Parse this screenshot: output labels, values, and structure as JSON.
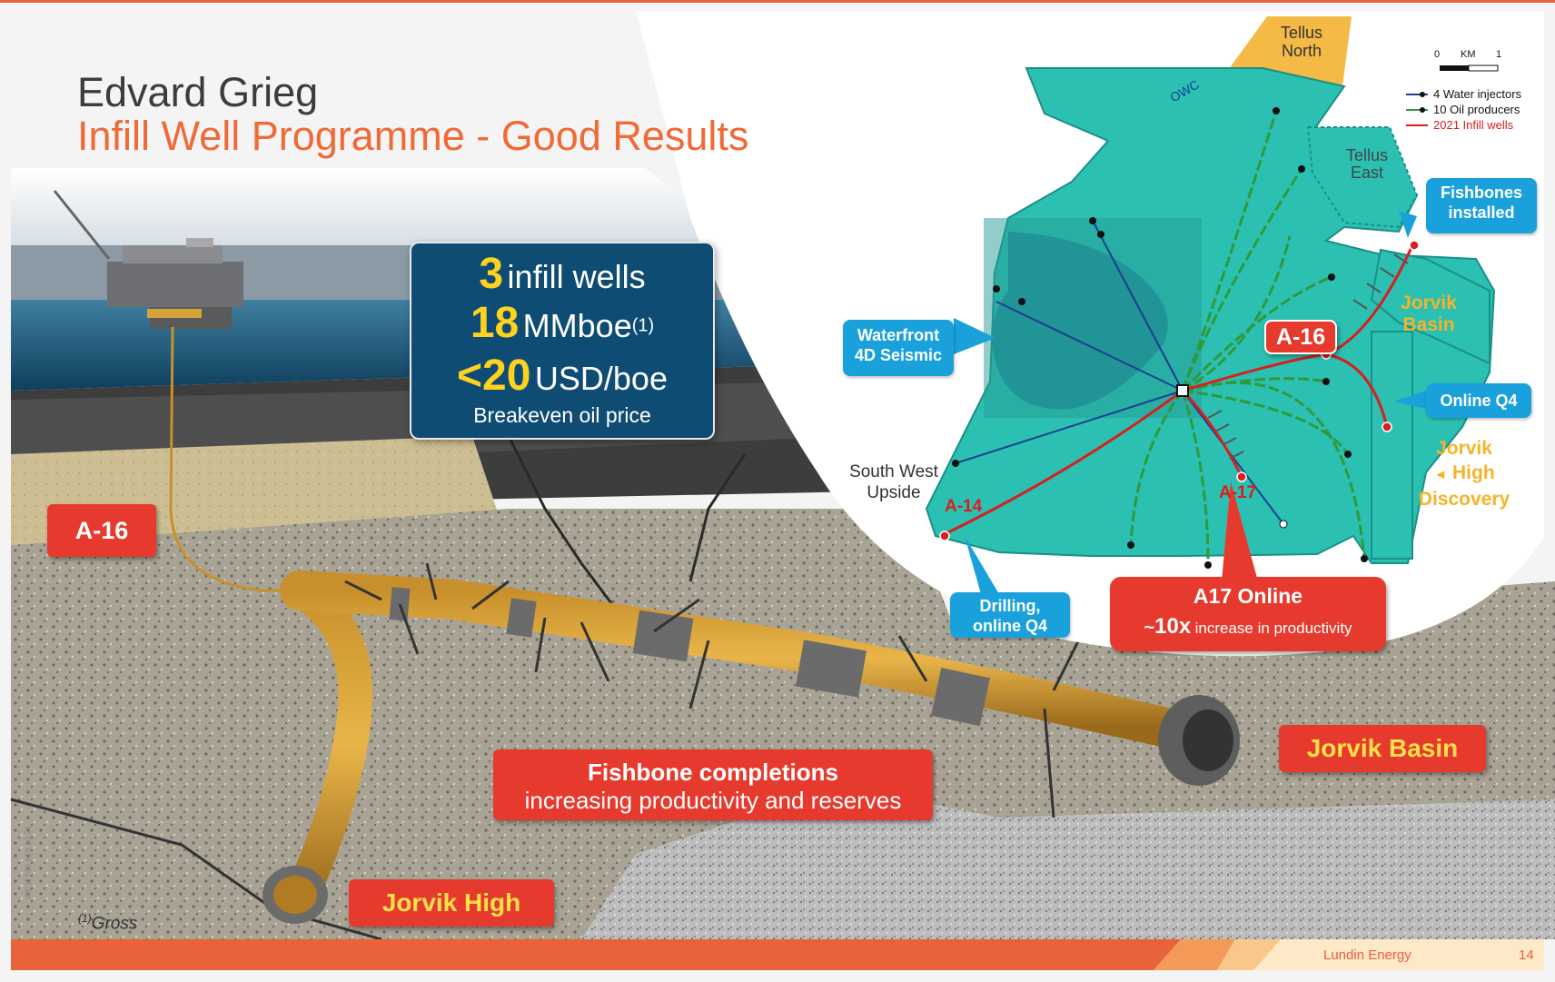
{
  "header": {
    "title_line1": "Edvard Grieg",
    "title_line2": "Infill Well Programme - Good Results"
  },
  "kpis": {
    "wells_number": "3",
    "wells_text": "infill wells",
    "reserves_number": "18",
    "reserves_text": "MMboe",
    "reserves_sup": "(1)",
    "breakeven_number": "<20",
    "breakeven_text": "USD/boe",
    "breakeven_caption": "Breakeven oil price"
  },
  "labels": {
    "a16_tag": "A-16",
    "fishbone_title": "Fishbone completions",
    "fishbone_subtitle": "increasing productivity and reserves",
    "jorvik_basin": "Jorvik Basin",
    "jorvik_high": "Jorvik High",
    "footnote_sup": "(1)",
    "footnote_text": "Gross",
    "doc_ref": "WE11760 p18.10.21"
  },
  "map": {
    "tellus_north": [
      "Tellus",
      "North"
    ],
    "tellus_east": [
      "Tellus",
      "East"
    ],
    "owc": "OWC",
    "scale": {
      "start": "0",
      "unit": "KM",
      "end": "1"
    },
    "legend": [
      {
        "label": "4 Water injectors",
        "color": "#1c3f8f"
      },
      {
        "label": "10 Oil producers",
        "color": "#2f9a3a"
      },
      {
        "label": "2021 Infill wells",
        "color": "#d81e1e"
      }
    ],
    "callouts": {
      "fishbones": [
        "Fishbones",
        "installed"
      ],
      "waterfront": [
        "Waterfront",
        "4D Seismic"
      ],
      "online_q4": "Online Q4",
      "drilling": [
        "Drilling,",
        "online Q4"
      ],
      "a17_title": "A17 Online",
      "a17_prefix": "~",
      "a17_big": "10x",
      "a17_rest": "increase in productivity"
    },
    "jorvik_basin": [
      "Jorvik",
      "Basin"
    ],
    "jorvik_high": [
      "Jorvik",
      "High",
      "Discovery"
    ],
    "jorvik_high_arrow": "◄",
    "south_west": [
      "South West",
      "Upside"
    ],
    "well_a16": "A-16",
    "well_a14": "A-14",
    "well_a17": "A-17",
    "colors": {
      "field": "#26bfb0",
      "infill": "#d81e1e",
      "callout": "#1aa1dc",
      "jorvik": "#f5b428"
    }
  },
  "footer": {
    "company": "Lundin Energy",
    "page": "14",
    "colors": {
      "bar": "#e8623a",
      "accent": "#fde8c8"
    }
  }
}
